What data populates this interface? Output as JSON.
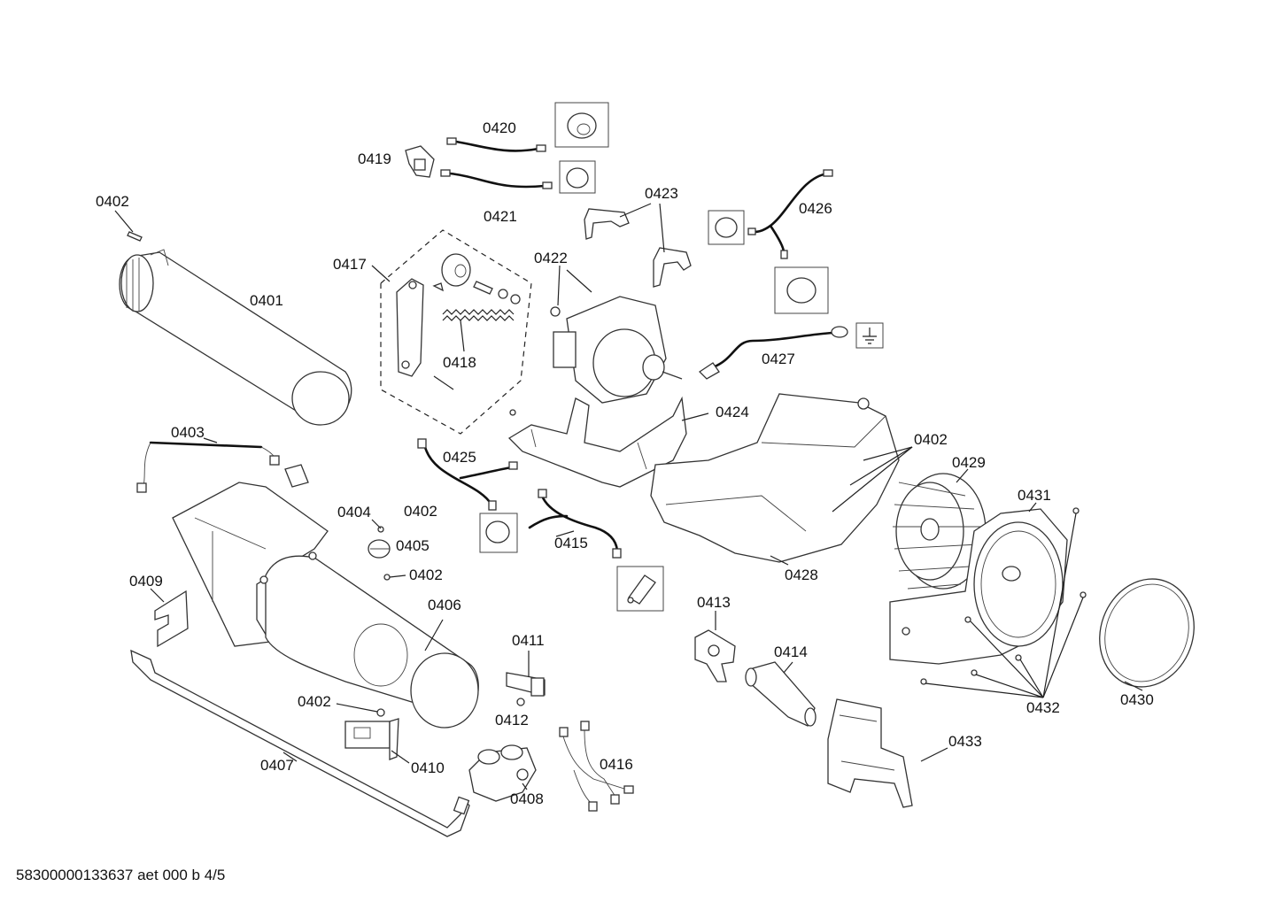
{
  "labels": {
    "l0402_a": "0402",
    "l0401": "0401",
    "l0417": "0417",
    "l0418": "0418",
    "l0419": "0419",
    "l0420": "0420",
    "l0421": "0421",
    "l0422": "0422",
    "l0423": "0423",
    "l0426": "0426",
    "l0427": "0427",
    "l0424": "0424",
    "l0402_b": "0402",
    "l0429": "0429",
    "l0403": "0403",
    "l0425": "0425",
    "l0404": "0404",
    "l0402_c": "0402",
    "l0405": "0405",
    "l0402_d": "0402",
    "l0415": "0415",
    "l0428": "0428",
    "l0431": "0431",
    "l0409": "0409",
    "l0406": "0406",
    "l0413": "0413",
    "l0411": "0411",
    "l0414": "0414",
    "l0412": "0412",
    "l0402_e": "0402",
    "l0432": "0432",
    "l0430": "0430",
    "l0407": "0407",
    "l0410": "0410",
    "l0416": "0416",
    "l0433": "0433",
    "l0408": "0408"
  },
  "footer": "58300000133637 aet 000 b 4/5"
}
